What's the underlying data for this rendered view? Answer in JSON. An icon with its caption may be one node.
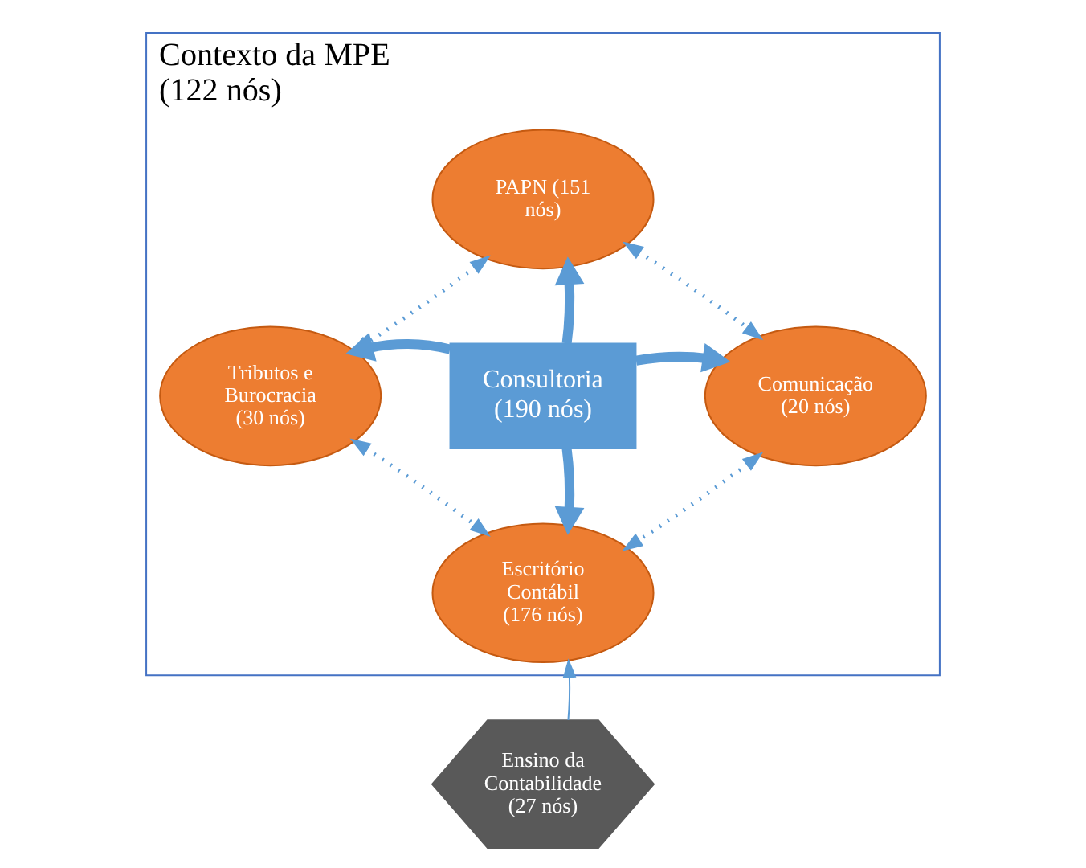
{
  "diagram": {
    "nodes": [
      {
        "text": [
          "Contexto da MPE",
          "(122 nós)"
        ]
      },
      {
        "text": [
          "PAPN (151 nós)"
        ],
        "in": 0
      },
      {
        "text": [
          "Tributos e Burocracia (30 nós)"
        ],
        "in": 0
      },
      {
        "text": [
          "Consultoria (190 nós)"
        ],
        "in": 0
      },
      {
        "text": [
          "Comunicação (20 nós)"
        ],
        "in": 0
      },
      {
        "text": [
          "Escritório Contábil (176 nós)"
        ],
        "in": 0
      },
      {
        "text": [
          "Ensino da Contabilidade (27 nós)"
        ]
      }
    ],
    "edges": [
      {
        "from": 1,
        "to": 2,
        "arrow": "both",
        "style": "dashed"
      },
      {
        "from": 1,
        "to": 4,
        "arrow": "both",
        "style": "dashed"
      },
      {
        "from": 3,
        "to": 1,
        "arrow": "to",
        "style": "thick"
      },
      {
        "from": 3,
        "to": 2,
        "arrow": "to",
        "style": "thick"
      },
      {
        "from": 3,
        "to": 4,
        "arrow": "to",
        "style": "thick"
      },
      {
        "from": 3,
        "to": 5,
        "arrow": "to",
        "style": "thick"
      },
      {
        "from": 2,
        "to": 5,
        "arrow": "both",
        "style": "dashed"
      },
      {
        "from": 4,
        "to": 5,
        "arrow": "both",
        "style": "dashed"
      },
      {
        "from": 6,
        "to": 5,
        "arrow": "to"
      }
    ]
  }
}
